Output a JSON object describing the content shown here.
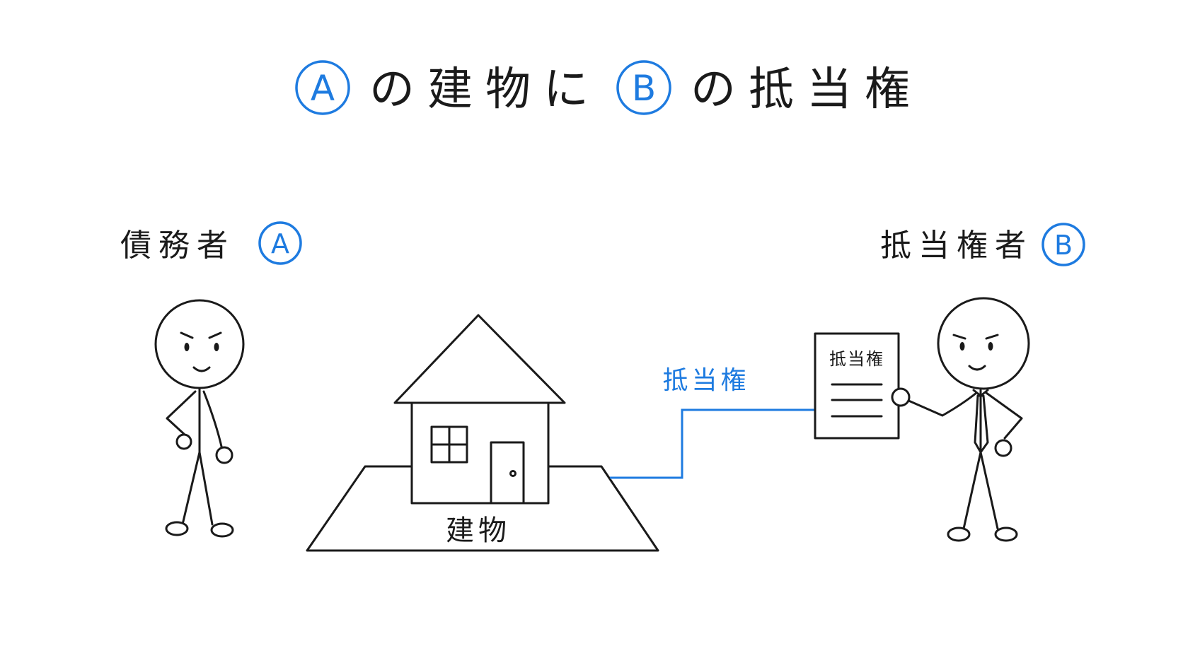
{
  "title": {
    "letter_a": "A",
    "part1": "の建物に",
    "letter_b": "B",
    "part2": "の抵当権"
  },
  "debtor": {
    "label": "債務者",
    "letter": "A"
  },
  "mortgagee": {
    "label": "抵当権者",
    "letter": "B"
  },
  "building": {
    "label": "建物"
  },
  "link": {
    "label": "抵当権"
  },
  "document": {
    "title": "抵当権"
  },
  "colors": {
    "accent": "#1e7be0",
    "ink": "#1a1a1a",
    "background": "#ffffff"
  }
}
